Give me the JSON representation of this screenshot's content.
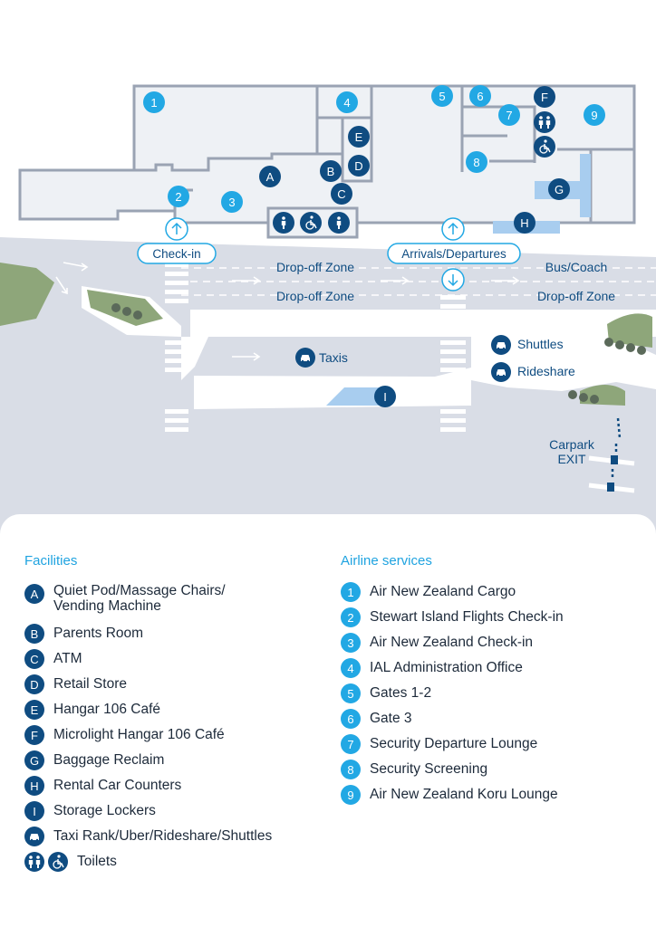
{
  "map": {
    "labels": {
      "checkin": "Check-in",
      "arrivals_departures": "Arrivals/Departures",
      "dropoff_top": "Drop-off Zone",
      "dropoff_bottom": "Drop-off Zone",
      "dropoff_right": "Drop-off Zone",
      "bus_coach": "Bus/Coach",
      "taxis": "Taxis",
      "shuttles": "Shuttles",
      "rideshare": "Rideshare",
      "carpark_line1": "Carpark",
      "carpark_line2": "EXIT"
    },
    "markers": {
      "m1": "1",
      "m2": "2",
      "m3": "3",
      "m4": "4",
      "m5": "5",
      "m6": "6",
      "m7": "7",
      "m8": "8",
      "m9": "9",
      "mA": "A",
      "mB": "B",
      "mC": "C",
      "mD": "D",
      "mE": "E",
      "mF": "F",
      "mG": "G",
      "mH": "H",
      "mI": "I"
    },
    "colors": {
      "building_fill": "#eef1f5",
      "wall": "#9aa3b3",
      "road": "#d9dde6",
      "grass": "#8ea67a",
      "accent_blue": "#22a8e4",
      "dark_blue": "#0f4c81",
      "zone_light_blue": "#a8cdef"
    }
  },
  "legend": {
    "facilities_title": "Facilities",
    "airline_title": "Airline services",
    "facilities": [
      {
        "key": "A",
        "line1": "Quiet Pod/Massage Chairs/",
        "line2": "Vending Machine"
      },
      {
        "key": "B",
        "line1": "Parents Room"
      },
      {
        "key": "C",
        "line1": "ATM"
      },
      {
        "key": "D",
        "line1": "Retail Store"
      },
      {
        "key": "E",
        "line1": "Hangar 106 Café"
      },
      {
        "key": "F",
        "line1": "Microlight Hangar 106 Café"
      },
      {
        "key": "G",
        "line1": "Baggage Reclaim"
      },
      {
        "key": "H",
        "line1": "Rental Car Counters"
      },
      {
        "key": "I",
        "line1": "Storage Lockers"
      },
      {
        "key": "",
        "line1": "Taxi Rank/Uber/Rideshare/Shuttles",
        "icon": "taxi-icon"
      },
      {
        "key": "",
        "line1": "Toilets",
        "icon": "toilets-icon"
      }
    ],
    "airline": [
      {
        "key": "1",
        "line1": "Air New Zealand Cargo"
      },
      {
        "key": "2",
        "line1": "Stewart Island Flights Check-in"
      },
      {
        "key": "3",
        "line1": "Air New Zealand Check-in"
      },
      {
        "key": "4",
        "line1": "IAL Administration Office"
      },
      {
        "key": "5",
        "line1": "Gates 1-2"
      },
      {
        "key": "6",
        "line1": "Gate 3"
      },
      {
        "key": "7",
        "line1": "Security Departure Lounge"
      },
      {
        "key": "8",
        "line1": "Security Screening"
      },
      {
        "key": "9",
        "line1": "Air New Zealand Koru Lounge"
      }
    ]
  }
}
